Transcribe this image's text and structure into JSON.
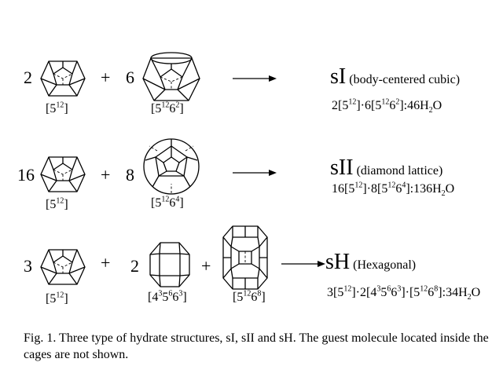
{
  "rows": [
    {
      "reactants": [
        {
          "coefficient": "2",
          "cage_label": {
            "base": "5",
            "sup1": "12",
            "mid": "",
            "sup2": ""
          },
          "cage_icon": "pentagonal-dodecahedron-cage-icon"
        },
        {
          "coefficient": "6",
          "cage_label": {
            "base": "5",
            "sup1": "12",
            "mid": "6",
            "sup2": "2"
          },
          "cage_icon": "tetrakaidecahedron-cage-icon"
        }
      ],
      "structure": {
        "prefix": "s",
        "roman": "I",
        "description": "(body-centered cubic)"
      },
      "formula": {
        "p1": "2[5",
        "s1": "12",
        "p2": "]·6[5",
        "s2": "12",
        "p3": "6",
        "s3": "2",
        "p4": "]:46H",
        "sub": "2",
        "p5": "O"
      }
    },
    {
      "reactants": [
        {
          "coefficient": "16",
          "cage_label": {
            "base": "5",
            "sup1": "12",
            "mid": "",
            "sup2": ""
          },
          "cage_icon": "pentagonal-dodecahedron-cage-icon"
        },
        {
          "coefficient": "8",
          "cage_label": {
            "base": "5",
            "sup1": "12",
            "mid": "6",
            "sup2": "4"
          },
          "cage_icon": "hexakaidecahedron-cage-icon"
        }
      ],
      "structure": {
        "prefix": "s",
        "roman": "II",
        "description": "(diamond lattice)"
      },
      "formula": {
        "p1": "16[5",
        "s1": "12",
        "p2": "]·8[5",
        "s2": "12",
        "p3": "6",
        "s3": "4",
        "p4": "]:136H",
        "sub": "2",
        "p5": "O"
      }
    },
    {
      "reactants": [
        {
          "coefficient": "3",
          "cage_label": {
            "base": "5",
            "sup1": "12",
            "mid": "",
            "sup2": ""
          },
          "cage_icon": "pentagonal-dodecahedron-cage-icon"
        },
        {
          "coefficient": "2",
          "cage_label": {
            "base": "4",
            "sup1": "3",
            "mid": "5",
            "sup2": "6",
            "mid2": "6",
            "sup3": "3"
          },
          "cage_icon": "irregular-dodecahedron-cage-icon"
        },
        {
          "coefficient": "",
          "cage_label": {
            "base": "5",
            "sup1": "12",
            "mid": "6",
            "sup2": "8"
          },
          "cage_icon": "icosahedron-cage-icon"
        }
      ],
      "structure": {
        "prefix": "s",
        "roman": "H",
        "description": "(Hexagonal)"
      },
      "formula": {
        "p1": "3[5",
        "s1": "12",
        "p2": "]·2[4",
        "s2": "3",
        "p3": "5",
        "s3": "6",
        "p4": "6",
        "s4": "3",
        "p5": "]·[5",
        "s5": "12",
        "p6": "6",
        "s6": "8",
        "p7": "]:34H",
        "sub": "2",
        "p8": "O"
      }
    }
  ],
  "operators": {
    "plus": "+"
  },
  "caption": "Fig. 1. Three type of hydrate structures, sI, sII and sH. The guest molecule  located inside the cages are not shown.",
  "colors": {
    "ink": "#000000",
    "background": "#ffffff"
  }
}
